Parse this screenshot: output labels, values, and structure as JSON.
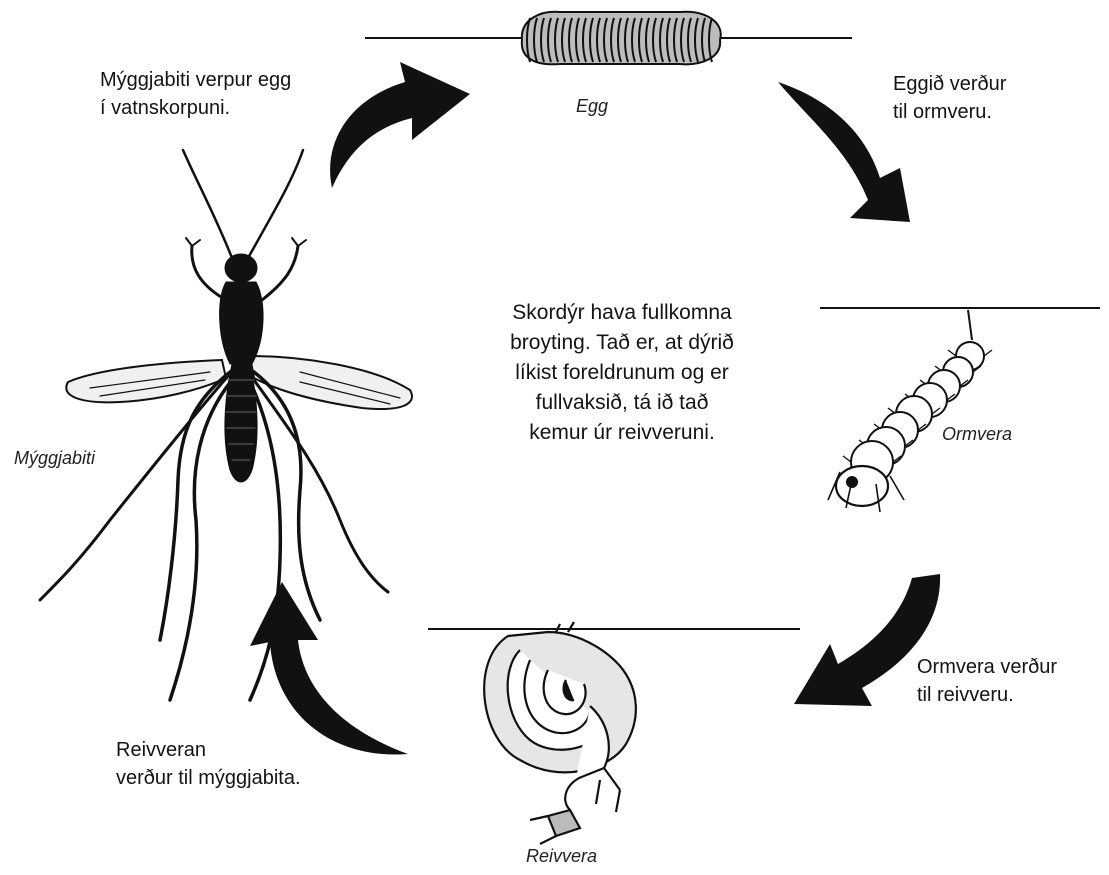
{
  "stages": {
    "egg": "Egg",
    "larva": "Ormvera",
    "pupa": "Reivvera",
    "adult": "Mýggjabiti"
  },
  "steps": {
    "adult_to_egg": "Mýggjabiti verpur egg\ní vatnskorpuni.",
    "egg_to_larva": "Eggið verður\ntil ormveru.",
    "larva_to_pupa": "Ormvera verður\ntil reivveru.",
    "pupa_to_adult": "Reivveran\nverður til mýggjabita."
  },
  "description": "Skordýr hava fullkomna\nbroyting. Tað er, at dýrið\nlíkist foreldrunum og er\nfullvaksið, tá ið tað\nkemur úr reivveruni.",
  "colors": {
    "ink": "#111111",
    "background": "#ffffff"
  }
}
